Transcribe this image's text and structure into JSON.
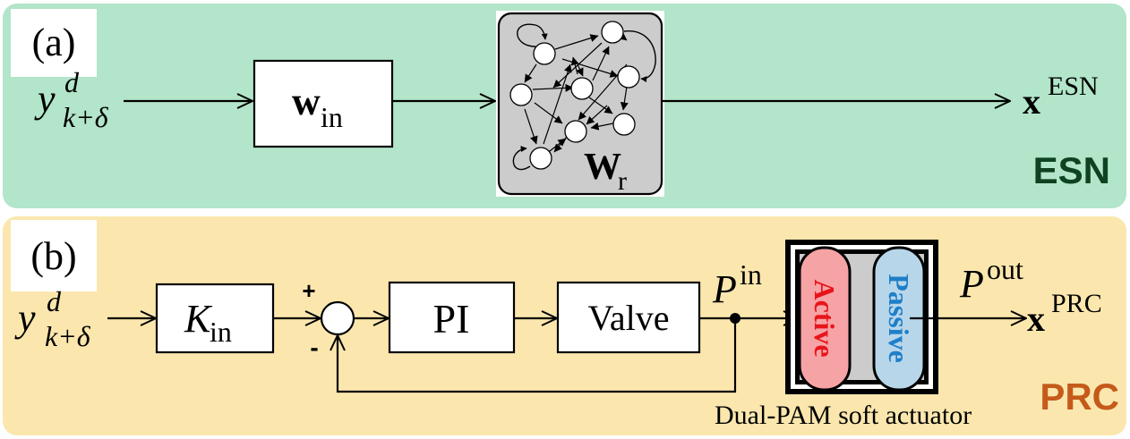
{
  "colors": {
    "esn_panel": "#b2e5c9",
    "prc_panel": "#fbe7ae",
    "esn_title": "#0e4220",
    "prc_title": "#c55a1a",
    "active_fill": "#f6a3a6",
    "active_text": "#e8141b",
    "passive_fill": "#b8d6ea",
    "passive_text": "#1f7fc8",
    "reservoir_fill": "#cccccc"
  },
  "esn": {
    "panel_label": "(a)",
    "title": "ESN",
    "input": {
      "base": "y",
      "sup": "d",
      "sub": "k+δ"
    },
    "win": {
      "base": "w",
      "sub": "in"
    },
    "wr": {
      "base": "W",
      "sub": "r"
    },
    "output": {
      "base": "x",
      "sup": "ESN"
    }
  },
  "prc": {
    "panel_label": "(b)",
    "title": "PRC",
    "input": {
      "base": "y",
      "sup": "d",
      "sub": "k+δ"
    },
    "kin": {
      "base": "K",
      "sub": "in"
    },
    "plus": "+",
    "minus": "-",
    "pi": "PI",
    "valve": "Valve",
    "pin": {
      "base": "P",
      "sup": "in"
    },
    "pout": {
      "base": "P",
      "sup": "out"
    },
    "active": "Active",
    "passive": "Passive",
    "actuator_label": "Dual-PAM soft actuator",
    "output": {
      "base": "x",
      "sup": "PRC"
    }
  }
}
